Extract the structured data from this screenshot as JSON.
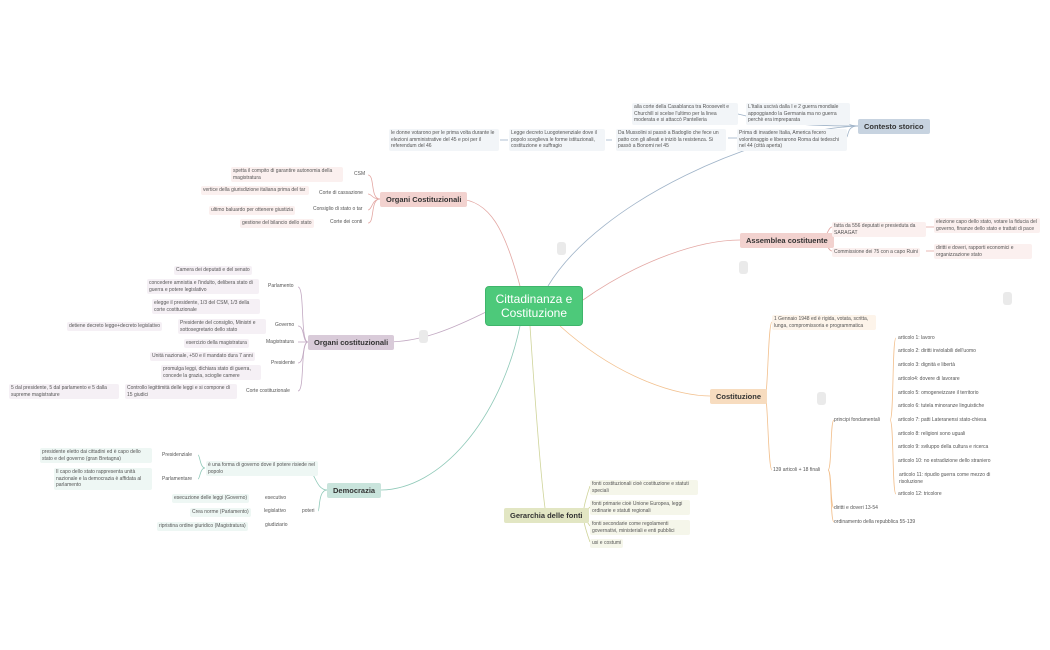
{
  "root": {
    "label": "Cittadinanza e Costituzione"
  },
  "colors": {
    "root": "#4dc97a",
    "storico": "#c7d3e0",
    "costituzionali1": "#f2d2cf",
    "costituzionali2": "#d9cbd9",
    "democrazia": "#c9e4dc",
    "fonti": "#e2e6c3",
    "costituzione": "#f7dcbf",
    "assemblea": "#f2d2cf"
  },
  "storico": {
    "label": "Contesto storico",
    "a": "alla corte della Casablanca tra Roosevelt e Churchill si scelse l'ultimo per la linea moderata e si attaccò Pantelleria",
    "b": "L'Italia uscivà dalla I e 2 guerra mondiale appoggiando la Germania ma no guerra perchè era impreparata",
    "c": "Da Mussolini si passò a Badoglio che fece un patto con gli alleati e iniziò la resistenza. Si passò a Bonomi nel 45",
    "d": "Prima di invadere Italia, America fecero volontinaggio e liberarono Roma dai tedeschi nel 44 (città aperta)",
    "e": "Legge decreto Luogotenenziale dove il popolo sceglieva le forme istituzionali, costituzione e suffragio",
    "f": "le donne votarono per le prima volta durante le elezioni amministrative del 45 e poi per il referendum del 46"
  },
  "organi1": {
    "label": "Organi Costituzionali",
    "csm": "CSM",
    "csm_desc": "spetta il compito di garantire autonomia della magistratura",
    "cassazione": "Corte di cassazione",
    "cassazione_desc": "vertice della giurisdizione italiana prima del tar",
    "consiglio": "Consiglio di stato o tar",
    "consiglio_desc": "ultimo baluardo per ottenere giustizia",
    "conti": "Corte dei conti",
    "conti_desc": "gestione del bilancio dello stato"
  },
  "organi2": {
    "label": "Organi costituzionali",
    "parlamento": "Parlamento",
    "par_a": "Camera dei deputati e del senato",
    "par_b": "concedere amnistia e l'indulto, delibera stato di guerra e potere legislativo",
    "par_c": "elegge il presidente, 1/3 del CSM, 1/3 della corte costituzionale",
    "governo": "Governo",
    "gov_a": "Presidente del consiglio, Ministri e sottosegretario dello stato",
    "gov_b": "detiene decreto legge+decreto legislativo",
    "magistratura": "Magistratura",
    "mag_a": "esercizio della magistratura",
    "presidente": "Presidente",
    "pres_a": "Unità nazionale, +50 e il mandato dura 7 anni",
    "pres_b": "promulga leggi, dichiara stato di guerra, concede la grazia, scioglie camere",
    "corte": "Corte costituzionale",
    "corte_a": "Controllo legittimità delle leggi e si compone di 15 giudici",
    "corte_b": "5 dal presidente, 5 dal parlamento e 5 dalla supreme magistrature"
  },
  "democrazia": {
    "label": "Democrazia",
    "def": "è una forma di governo dove il potere risiede nel popolo",
    "presidenziale": "Presidenziale",
    "pres_desc": "presidente eletto dai cittadini ed è capo dello stato e del governo (gran Bretagna)",
    "parlamentare": "Parlamentare",
    "parl_desc": "Il capo dello stato rappresenta unità nazionale e la democrazia è affidata al parlamento",
    "poteri": "poteri",
    "esecutivo": "esecutivo",
    "esec_desc": "esecuzione delle leggi (Governo)",
    "legislativo": "legislativo",
    "legis_desc": "Crea norme (Parlamento)",
    "giudiziario": "giudiziario",
    "giud_desc": "ripristina ordine giuridico (Magistratura)"
  },
  "fonti": {
    "label": "Gerarchia delle fonti",
    "a": "fonti costituzionali cioè costituzione e statuti speciali",
    "b": "fonti primarie cioè Unione Europea, leggi ordinarie e statuti regionali",
    "c": "fonti secondarie come regolamenti governativi, ministeriali e enti pubblici",
    "d": "usi e costumi"
  },
  "assemblea": {
    "label": "Assemblea costituente",
    "a": "fatta da 556 deputati e presieduta da SARAGAT",
    "a_desc": "elezione capo dello stato, votare la fiducia del governo, finanze dello stato e trattati di pace",
    "b": "Commissione dei 75 con a capo Ruini",
    "b_desc": "diritti e doveri, rapporti economici e organizzazione stato"
  },
  "costituzione": {
    "label": "Costituzione",
    "intro": "1 Gennaio 1948 ed è rigida, votata, scritta, lunga, compromissoria e programmatica",
    "articoli": "139 articoli + 18 finali",
    "principi": "principi fondamentali",
    "diritti": "diritti e doveri 13-54",
    "ordinamento": "ordinamento della repubblica 55-139",
    "list": [
      "articolo 1: lavoro",
      "articolo 2: diritti inviolabili dell'uomo",
      "articolo 3: dignità e libertà",
      "articolo4: dovere di lavorare",
      "articolo 5: omogeneizzare il territorio",
      "articolo 6: tutela minoranze linguistiche",
      "articolo 7: patti Lateranensi stato-chiesa",
      "articolo 8: religioni sono uguali",
      "articolo 9: sviluppo della cultura e ricerca",
      "articolo 10: no estradizione dello straniero",
      "articolo 11: ripudio guerra come mezzo di risoluzione",
      "articolo 12: tricolore"
    ]
  }
}
